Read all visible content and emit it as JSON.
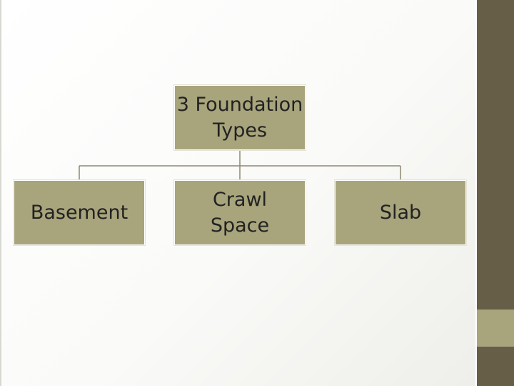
{
  "colors": {
    "box_fill": "#a8a47c",
    "side_bar": "#665e46",
    "side_accent": "#a8a47c",
    "connector": "#8c8870"
  },
  "diagram": {
    "root": {
      "label": "3 Foundation\nTypes"
    },
    "children": [
      {
        "label": "Basement"
      },
      {
        "label": "Crawl\nSpace"
      },
      {
        "label": "Slab"
      }
    ]
  }
}
